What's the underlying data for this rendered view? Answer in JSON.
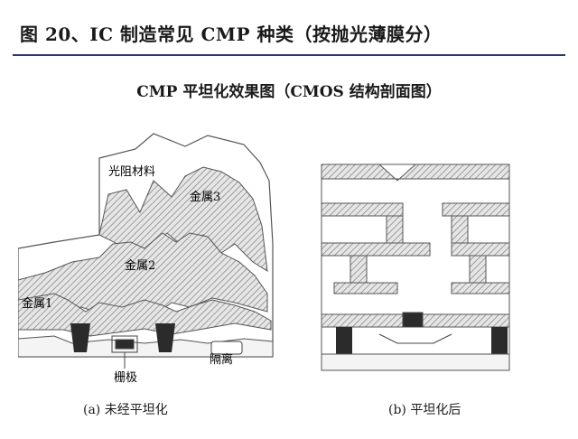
{
  "header": {
    "title": "图 20、IC 制造常见 CMP 种类（按抛光薄膜分）"
  },
  "diagram": {
    "subtitle": "CMP 平坦化效果图（CMOS 结构剖面图）",
    "panel_a": {
      "caption": "(a) 未经平坦化",
      "labels": {
        "photoresist": "光阻材料",
        "metal3": "金属3",
        "metal2": "金属2",
        "metal1": "金属1",
        "gate": "栅极",
        "isolation": "隔离"
      }
    },
    "panel_b": {
      "caption": "(b) 平坦化后"
    }
  },
  "colors": {
    "rule": "#2a3a6a",
    "hatch": "#9a9a9a",
    "dark_fill": "#2b2b2b",
    "outline": "#444444"
  }
}
